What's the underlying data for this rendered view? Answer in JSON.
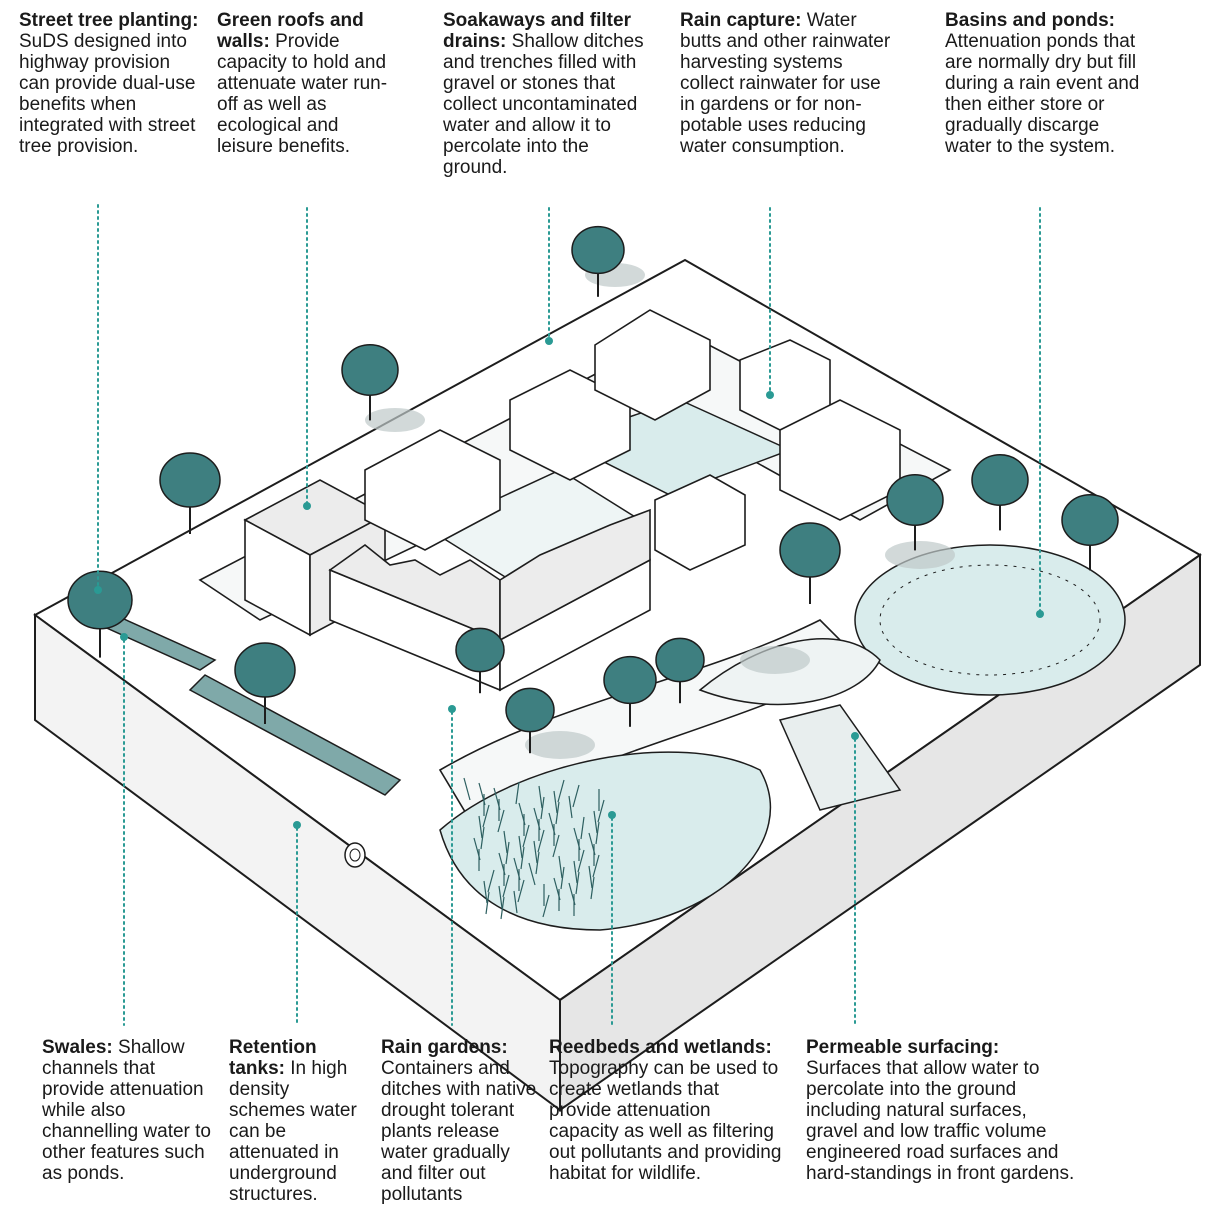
{
  "top_labels": [
    {
      "title": "Street tree planting:",
      "text": "SuDS designed into highway provision can provide dual-use benefits when integrated with street tree provision."
    },
    {
      "title": "Green roofs and walls:",
      "text": "Provide capacity to hold and attenuate water run-off as well as ecological and leisure benefits."
    },
    {
      "title": "Soakaways and filter drains:",
      "text": "Shallow ditches and trenches filled with gravel or stones that collect uncontaminated water and allow it to percolate into the ground."
    },
    {
      "title": "Rain capture:",
      "text": "Water butts and other rainwater harvesting systems collect rainwater for use in gardens or for non-potable uses reducing water consumption."
    },
    {
      "title": "Basins and ponds:",
      "text": "Attenuation ponds that are normally dry but fill during a rain event and then either store or gradually discarge water to the system."
    }
  ],
  "bottom_labels": [
    {
      "title": "Swales:",
      "text": "Shallow channels that provide attenuation while also channelling water to other features such as ponds."
    },
    {
      "title": "Retention tanks:",
      "text": "In high density schemes water can be attenuated in underground structures."
    },
    {
      "title": "Rain gardens:",
      "text": "Containers and ditches with native drought tolerant plants release water gradually and filter out pollutants"
    },
    {
      "title": "Reedbeds and wetlands:",
      "text": "Topography can be used to create wetlands that provide attenuation capacity as well as filtering out pollutants and providing habitat for wildlife."
    },
    {
      "title": "Permeable surfacing:",
      "text": "Surfaces that allow water to percolate into the ground including natural surfaces, gravel and low traffic volume engineered road surfaces and hard-standings in front gardens."
    }
  ],
  "colors": {
    "accent": "#2a9a94",
    "tree": "#3e7f80",
    "water": "#d9ecec"
  }
}
